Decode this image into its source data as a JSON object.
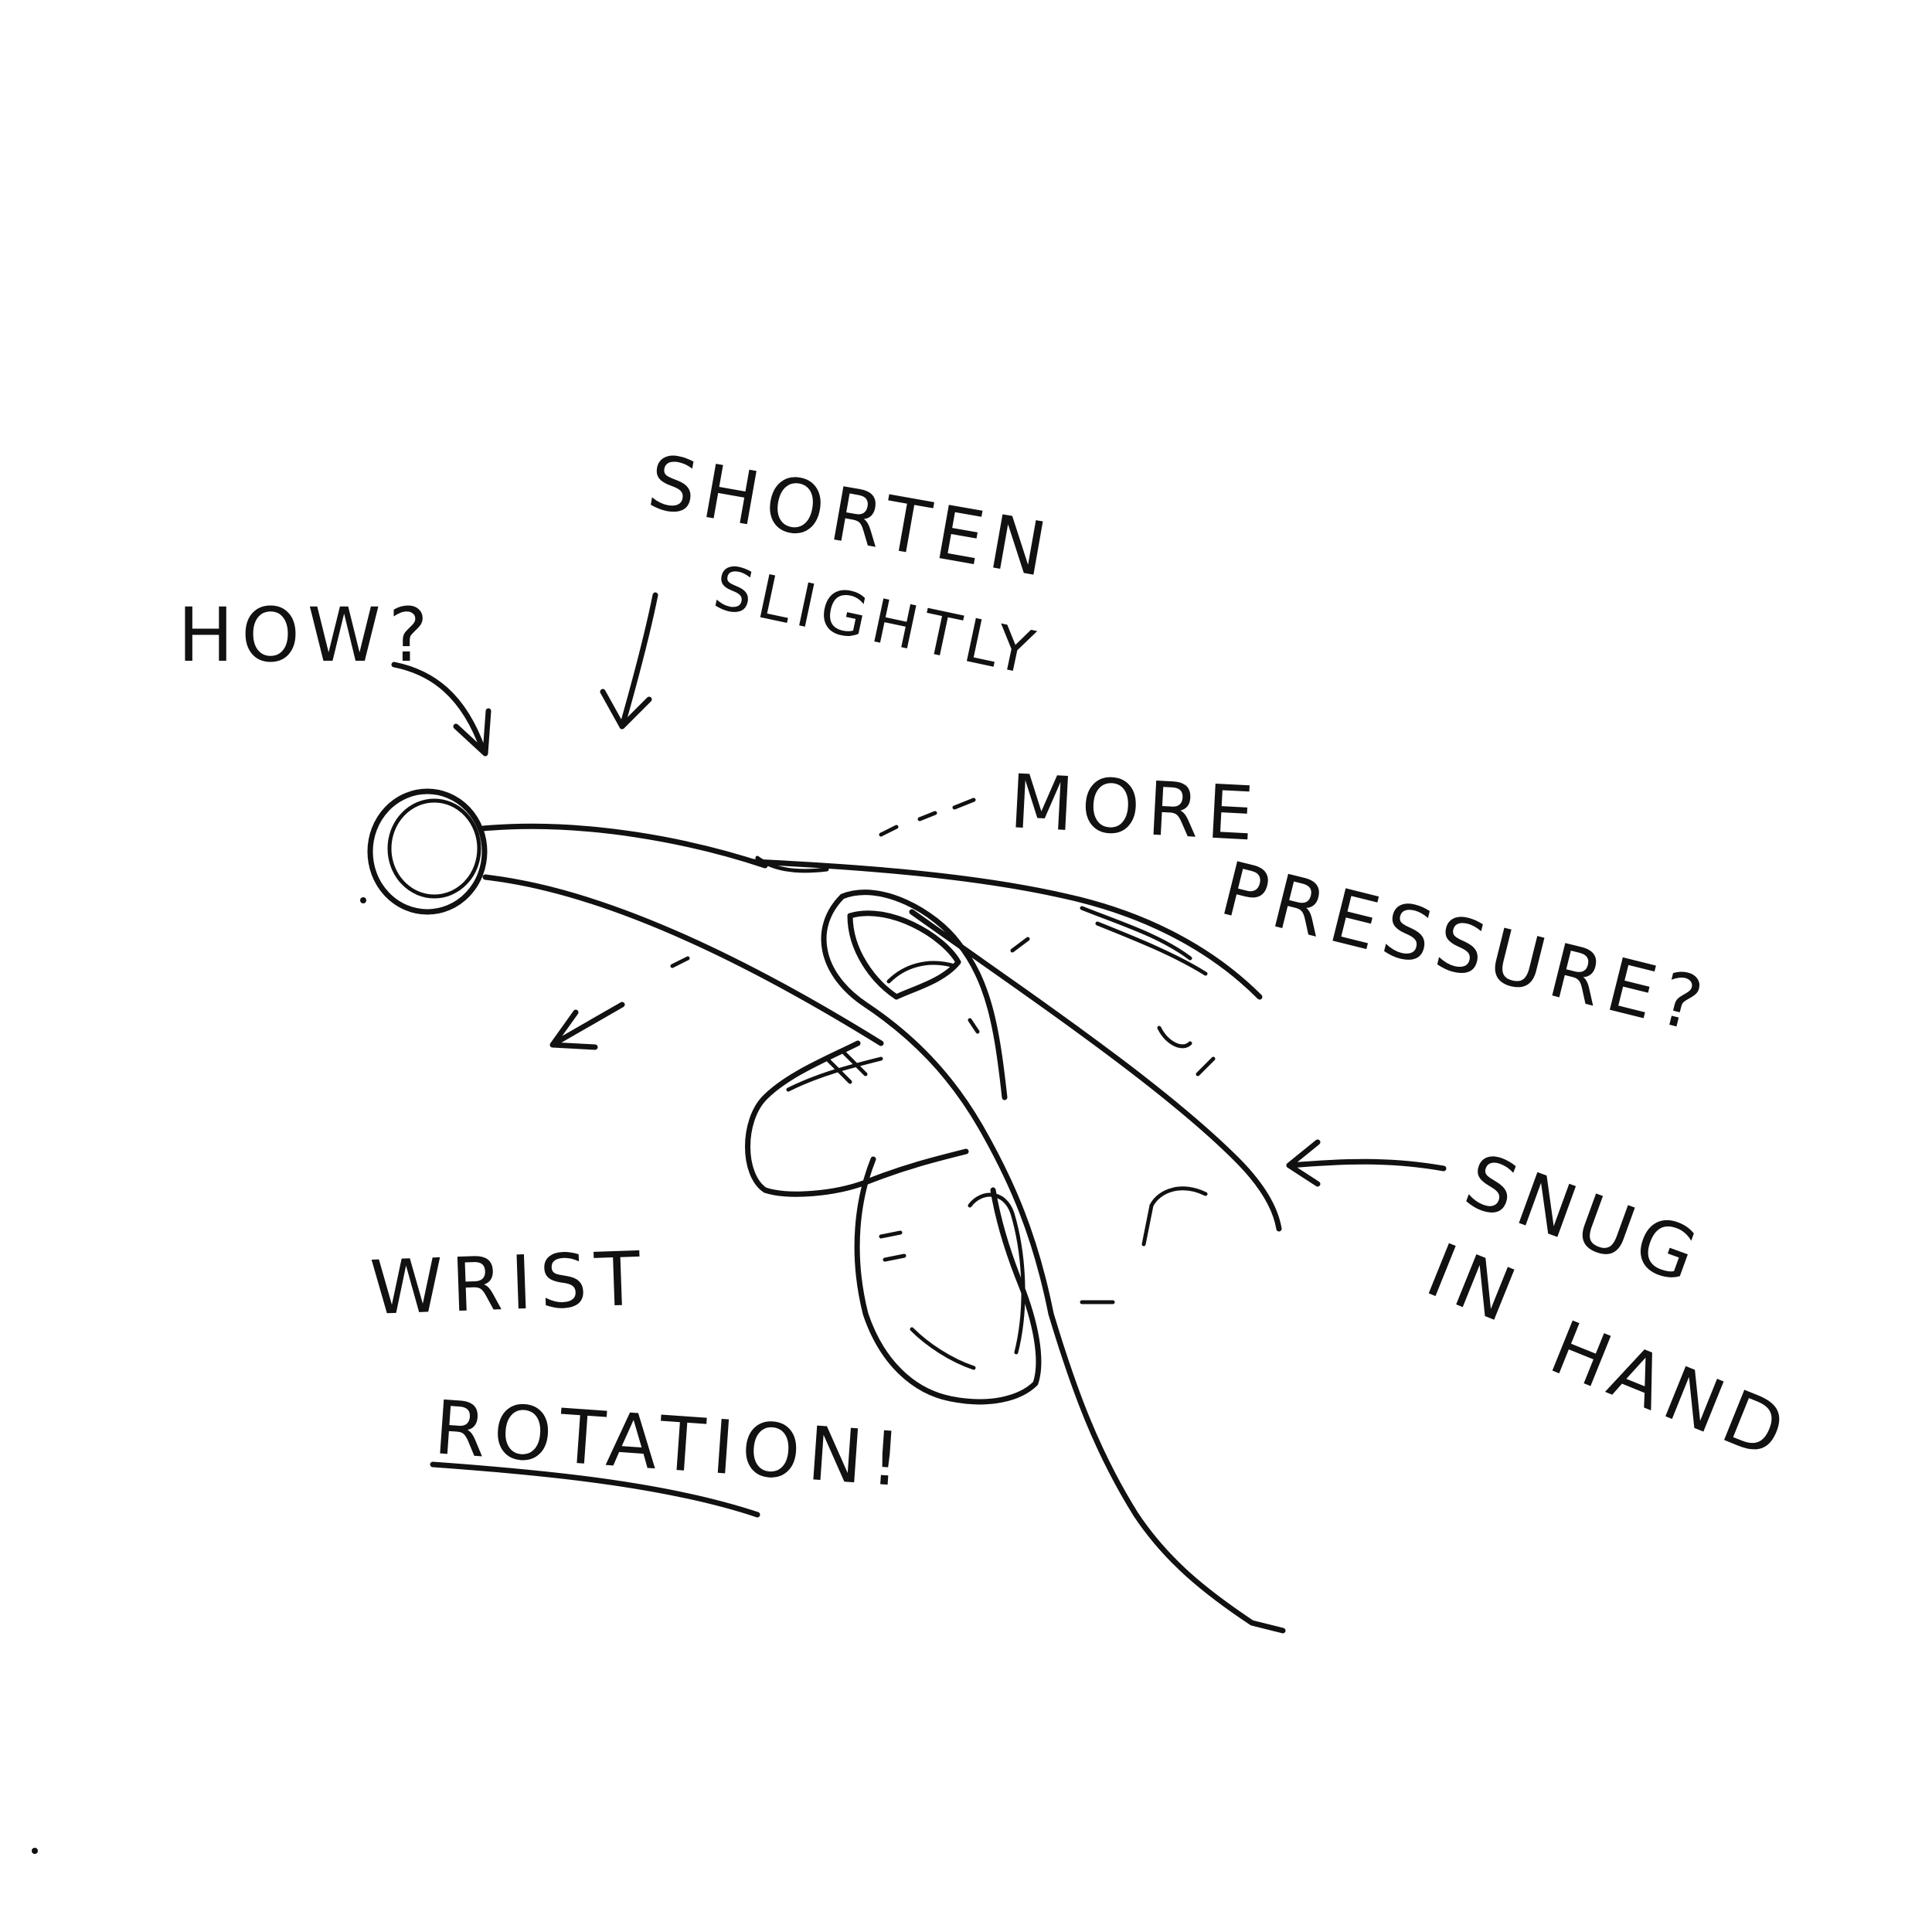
{
  "annotations": {
    "how": "HOW?",
    "shorten_line1": "SHORTEN",
    "shorten_line2": "SLIGHTLY",
    "more_pressure_line1": "MORE",
    "more_pressure_line2": "PRESSURE?",
    "snug_line1": "SNUG",
    "snug_line2": "IN",
    "snug_line3": "HAND",
    "wrist_line1": "WRIST",
    "wrist_line2": "ROTATION!"
  },
  "colors": {
    "ink": "#111111",
    "paper": "#ffffff"
  }
}
